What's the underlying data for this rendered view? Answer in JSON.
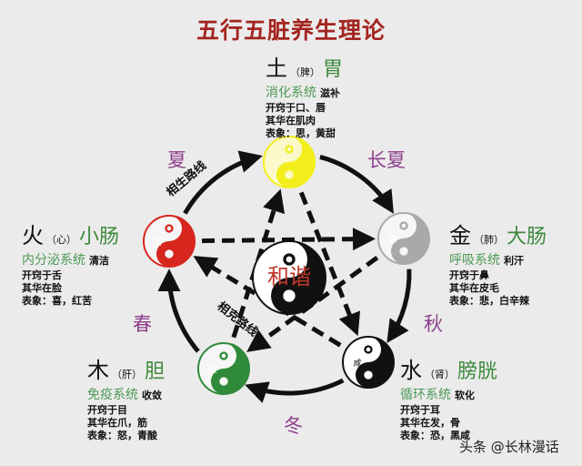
{
  "title": "五行五脏养生理论",
  "center_label": "和谐",
  "path_labels": {
    "generating": "相生路线",
    "overcoming": "相克路线"
  },
  "seasons": {
    "summer": "夏",
    "late_summer": "长夏",
    "spring": "春",
    "autumn": "秋",
    "winter": "冬"
  },
  "elements": [
    {
      "key": "earth",
      "element": "土",
      "zang": "（脾）",
      "fu": "胃",
      "system": "消化系统",
      "action": "滋补",
      "lines": [
        "开窍于口、唇",
        "其华在肌肉",
        "表象：思，黄甜"
      ],
      "taste": "",
      "color": "#f2ee1c"
    },
    {
      "key": "metal",
      "element": "金",
      "zang": "（肺）",
      "fu": "大肠",
      "system": "呼吸系统",
      "action": "利汗",
      "lines": [
        "开窍于鼻",
        "其华在皮毛",
        "表象：悲，白辛辣"
      ],
      "taste": "辣",
      "color": "#a9a9a9"
    },
    {
      "key": "water",
      "element": "水",
      "zang": "（肾）",
      "fu": "膀胱",
      "system": "循环系统",
      "action": "软化",
      "lines": [
        "开窍于耳",
        "其华在发，骨",
        "表象：恐，黑咸"
      ],
      "taste": "咸",
      "color": "#111111"
    },
    {
      "key": "wood",
      "element": "木",
      "zang": "（肝）",
      "fu": "胆",
      "system": "免疫系统",
      "action": "收敛",
      "lines": [
        "开窍于目",
        "其华在爪，筋",
        "表象：怒，青酸"
      ],
      "taste": "酸",
      "color": "#2f8a3a"
    },
    {
      "key": "fire",
      "element": "火",
      "zang": "（心）",
      "fu": "小肠",
      "system": "内分泌系统",
      "action": "清洁",
      "lines": [
        "开窍于舌",
        "其华在脸",
        "表象：喜，红苦"
      ],
      "taste": "苦",
      "color": "#d6261e"
    }
  ],
  "watermark": "头条 @长林漫话",
  "colors": {
    "title": "#a3241f",
    "season": "#8c3f8c",
    "system": "#4c9a55",
    "center_text": "#c0392b"
  }
}
